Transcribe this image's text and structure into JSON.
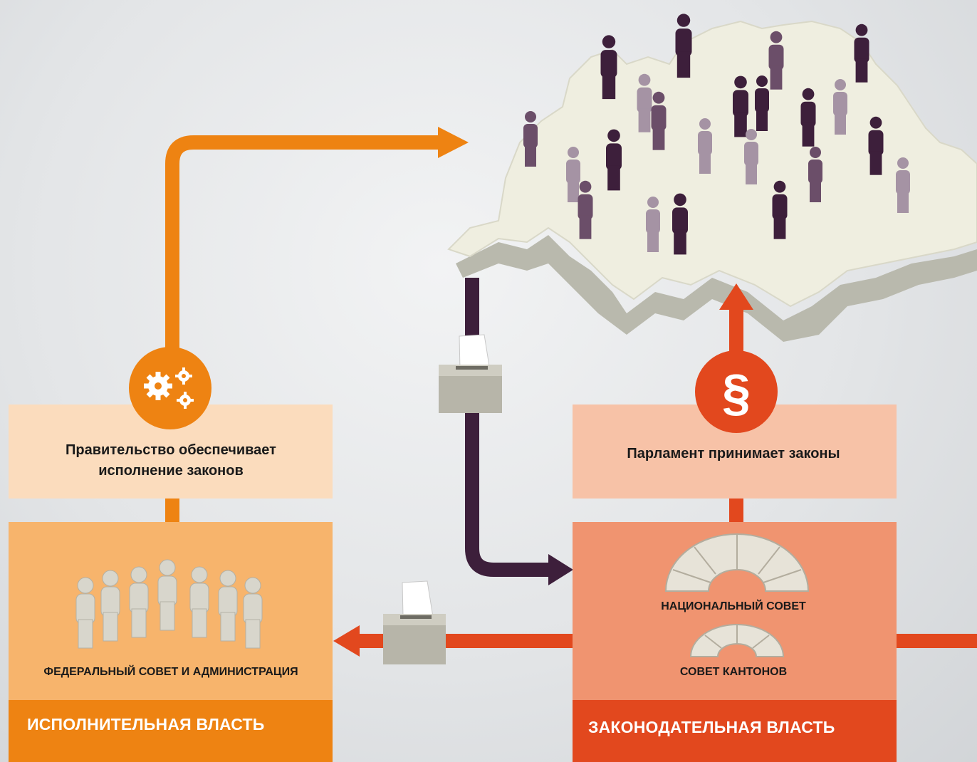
{
  "executive": {
    "task_text": "Правительство обеспечивает исполнение законов",
    "body_name": "ФЕДЕРАЛЬНЫЙ СОВЕТ И АДМИНИСТРАЦИЯ",
    "branch_label": "ИСПОЛНИТЕЛЬНАЯ ВЛАСТЬ",
    "icon": "gears-icon"
  },
  "legislative": {
    "task_text": "Парламент принимает законы",
    "chamber_1": "НАЦИОНАЛЬНЫЙ СОВЕТ",
    "chamber_2": "СОВЕТ КАНТОНОВ",
    "branch_label": "ЗАКОНОДАТЕЛЬНАЯ ВЛАСТЬ",
    "icon": "paragraph-icon",
    "icon_glyph": "§"
  },
  "colors": {
    "executive_orange": "#ee8312",
    "executive_box": "#f7b46c",
    "executive_light": "#fbdcbd",
    "legislative_red": "#e2481e",
    "legislative_box": "#f09470",
    "legislative_light": "#f7c2a7",
    "people_arrow": "#3d1f3b",
    "map_fill": "#efeee0"
  }
}
